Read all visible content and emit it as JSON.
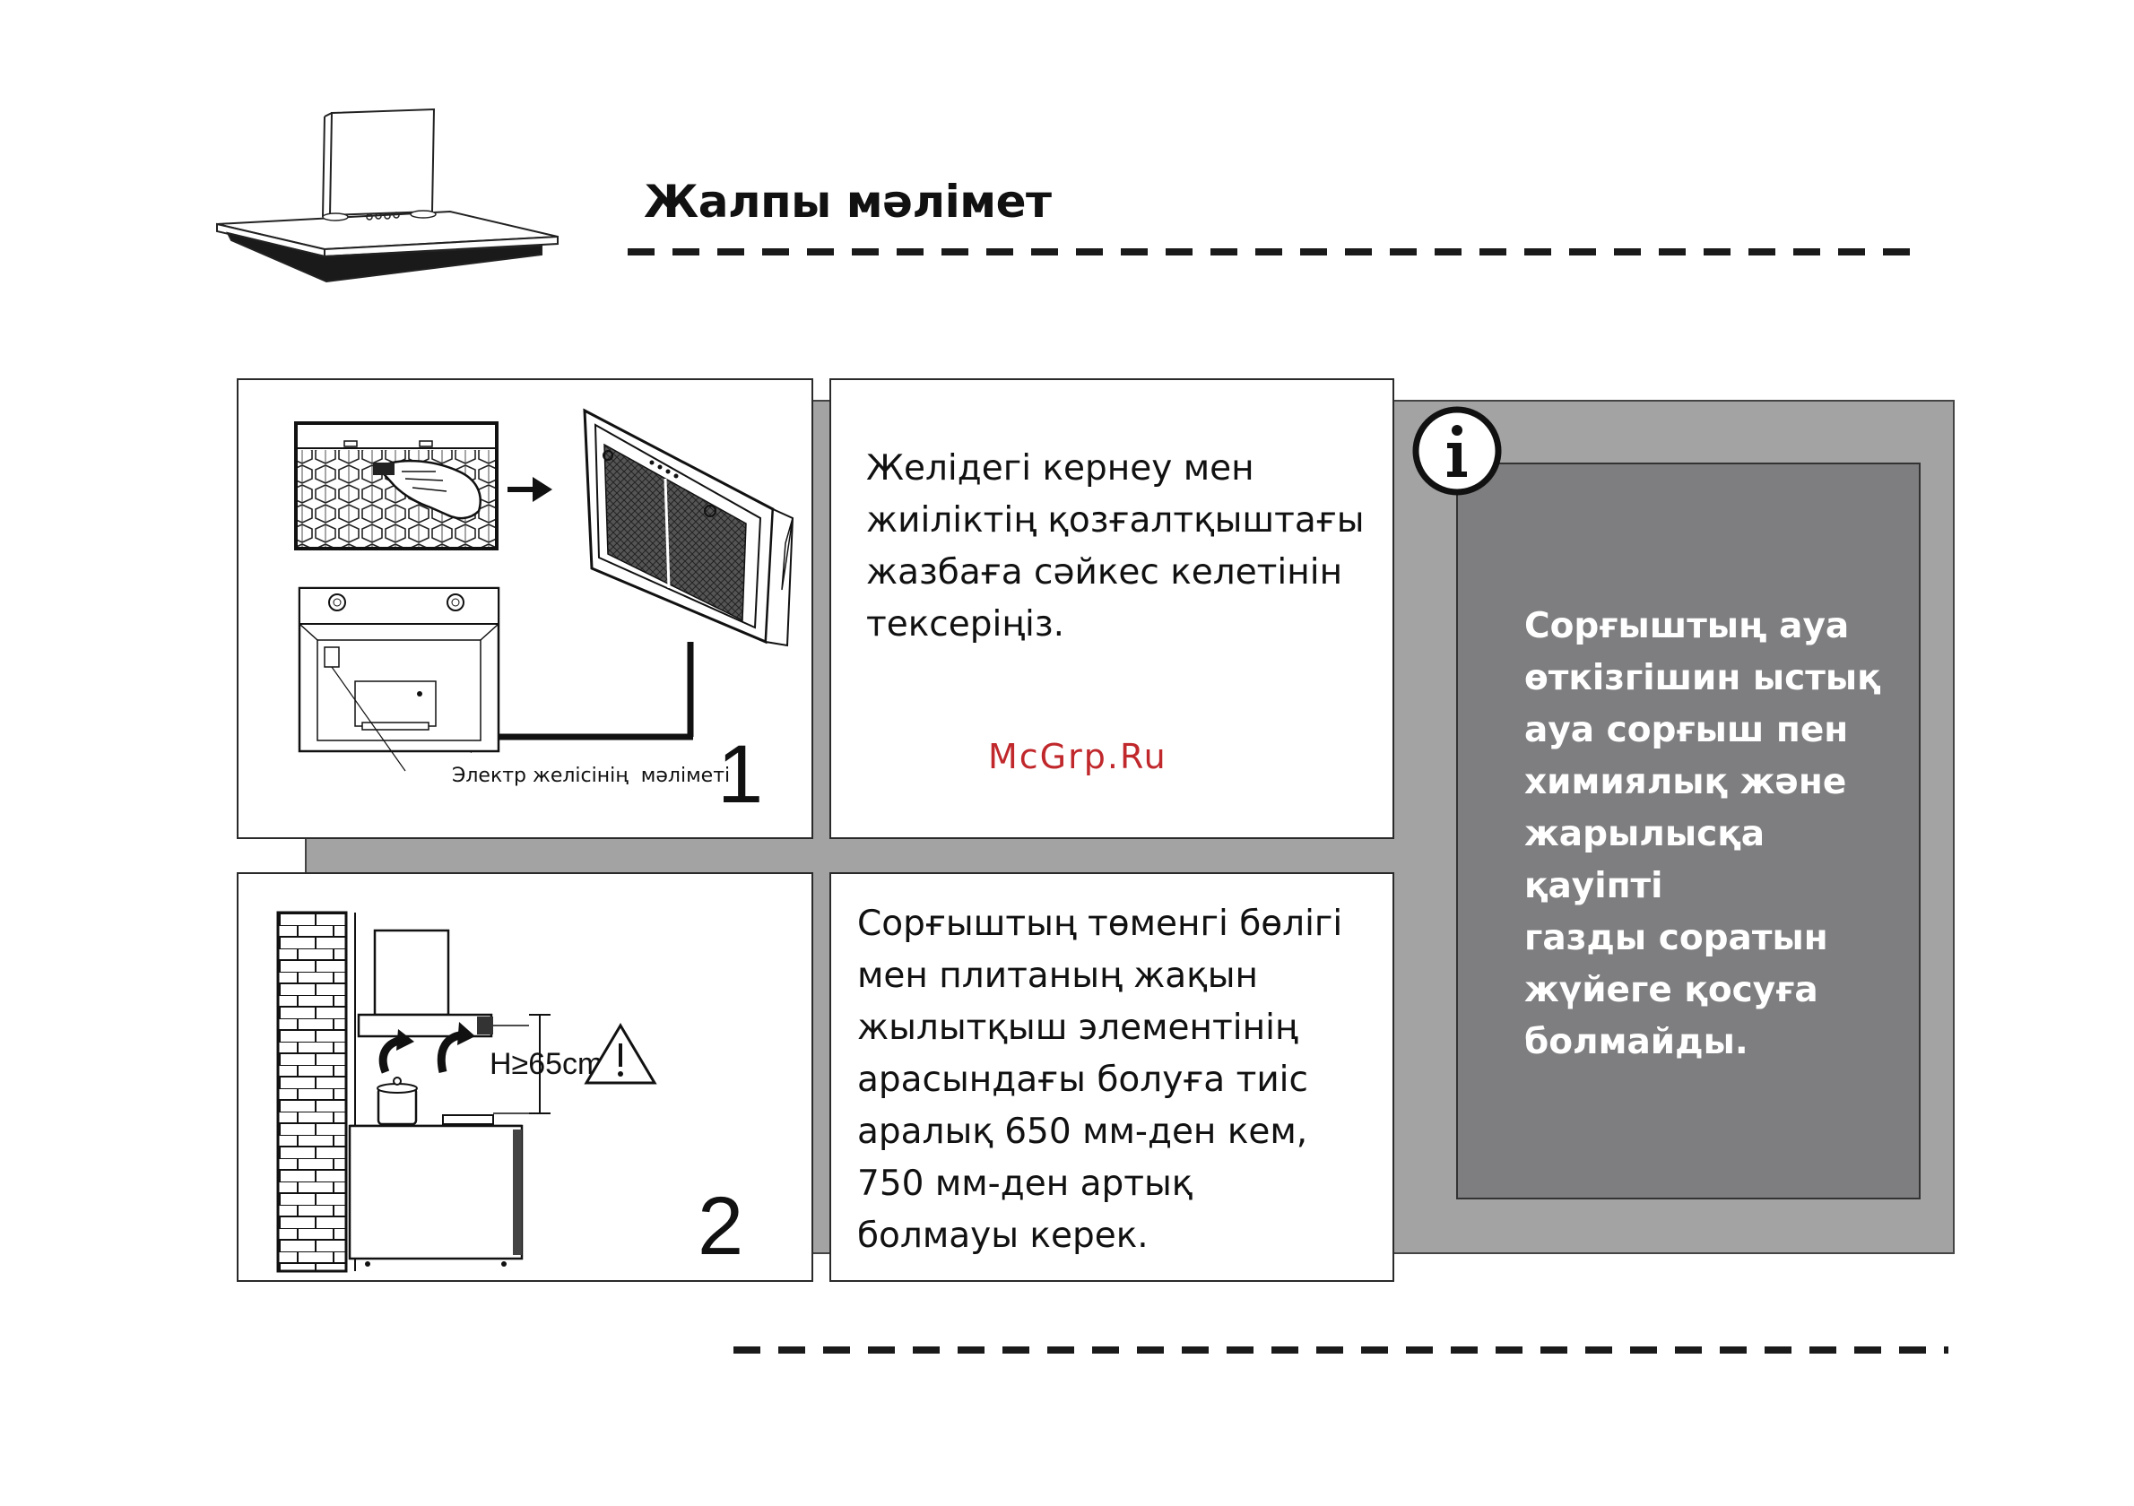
{
  "header": {
    "title": "Жалпы мәлімет"
  },
  "panels": {
    "electrical": {
      "label": "Электр желісінің  мәліметі",
      "step": "1"
    },
    "voltage": {
      "text": "Желідегі кернеу мен\nжиіліктің қозғалтқыштағы\nжазбаға сәйкес келетінін\nтексеріңіз."
    },
    "height": {
      "label": "H≥65cm",
      "step": "2"
    },
    "distance": {
      "text": "Сорғыштың төменгі бөлігі\nмен плитаның жақын\nжылытқыш элементінің\nарасындағы болуға тиіс\nаралық 650 мм-ден кем,\n750 мм-ден артық\nболмауы керек."
    },
    "warning": {
      "text": "Сорғыштың ауа\nөткізгішин ыстық\nауа сорғыш пен\nхимиялық және\nжарылысқа қауіпті\nгазды соратын\nжүйеге қосуға\nболмайды."
    }
  },
  "watermark": "McGrp.Ru",
  "icons": [
    "range-hood-icon",
    "info-icon",
    "warning-triangle-icon",
    "arrow-right-icon",
    "arrow-return-icon",
    "steam-arrow-icon",
    "pot-icon"
  ]
}
